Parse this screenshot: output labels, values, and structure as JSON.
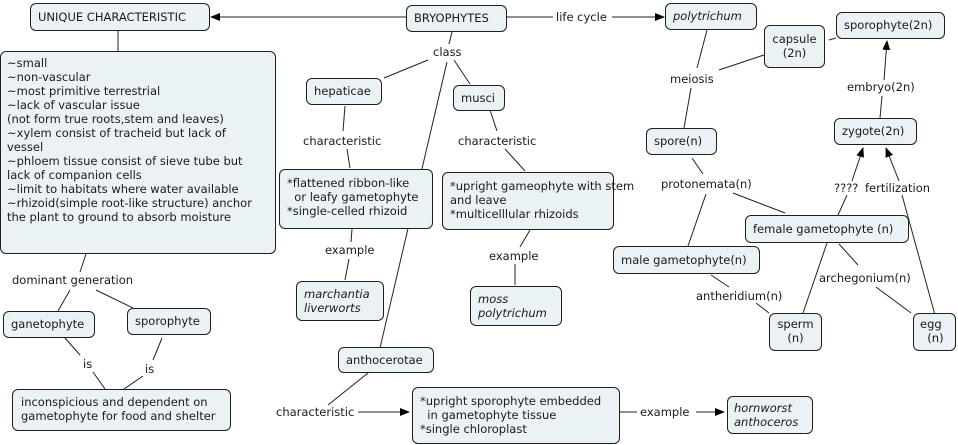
{
  "concept_map": {
    "title": "BRYOPHYTES",
    "nodes": {
      "bryophytes": "BRYOPHYTES",
      "unique": "UNIQUE CHARACTERISTIC",
      "unique_list": "~small\n~non-vascular\n~most primitive terrestrial\n~lack of vascular issue\n(not form true roots,stem and leaves)\n~xylem consist of tracheid but lack of\nvessel\n~phloem tissue consist of sieve tube but\nlack of companion cells\n~limit to habitats where water available\n~rhizoid(simple root-like structure) anchor\nthe plant to ground to absorb moisture",
      "ganetophyte": "ganetophyte",
      "sporophyte": "sporophyte",
      "inconspicious": "inconspicious and dependent on\ngametophyte for food and shelter",
      "hepaticae": "hepaticae",
      "hepaticae_char": "*flattened ribbon-like\n  or leafy gametophyte\n*single-celled rhizoid",
      "marchantia": "marchantia\nliverworts",
      "musci": "musci",
      "musci_char": "*upright gameophyte with stem\nand leave\n*multicelllular rhizoids",
      "moss": "moss\npolytrichum",
      "anthocerotae": "anthocerotae",
      "antho_char": "*upright sporophyte embedded\n  in gametophyte tissue\n*single chloroplast",
      "hornworst": "hornworst\nanthoceros",
      "polytrichum": "polytrichum",
      "capsule": "capsule\n(2n)",
      "sporophyte2n": "sporophyte(2n)",
      "zygote": "zygote(2n)",
      "spore": "spore(n)",
      "female": "female gametophyte (n)",
      "male": "male gametophyte(n)",
      "sperm": "sperm\n(n)",
      "egg": "egg\n  (n)"
    },
    "links": {
      "life_cycle": "life cycle",
      "class": "class",
      "dominant_generation": "dominant generation",
      "is1": "is",
      "is2": "is",
      "char_hepaticae": "characteristic",
      "char_musci": "characteristic",
      "char_antho": "characteristic",
      "example_hep": "example",
      "example_musci": "example",
      "example_antho": "example",
      "meiosis": "meiosis",
      "embryo": "embryo(2n)",
      "protonemata": "protonemata(n)",
      "unknown": "????",
      "fertilization": "fertilization",
      "archegonium": "archegonium(n)",
      "antheridium": "antheridium(n)"
    }
  }
}
